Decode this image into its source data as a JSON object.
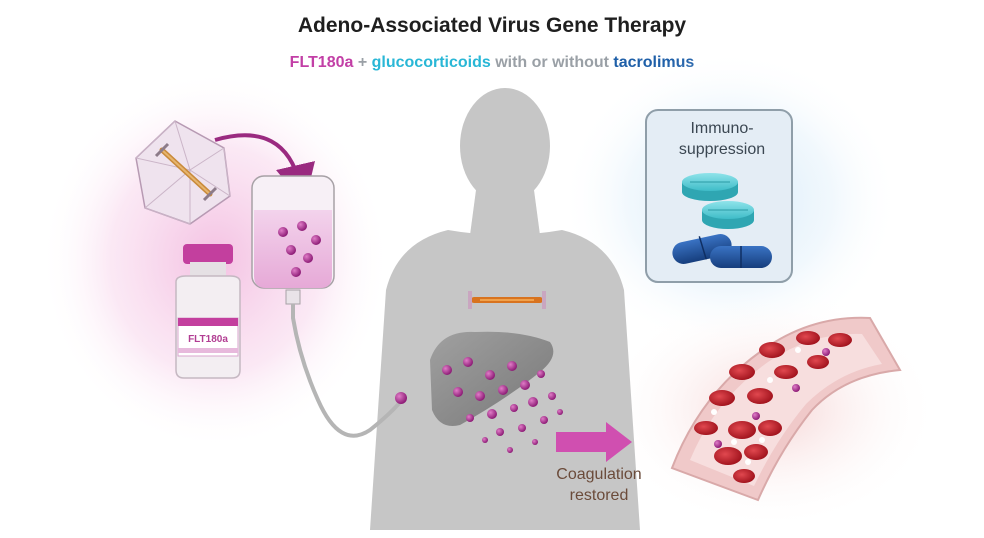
{
  "header": {
    "title": "Adeno-Associated Virus Gene Therapy",
    "subtitle_parts": {
      "drug": "FLT180a",
      "plus": " + ",
      "steroid": "glucocorticoids",
      "middle": " with or without ",
      "immuno_drug": "tacrolimus"
    }
  },
  "immunosuppression_panel": {
    "line1": "Immuno-",
    "line2": "suppression"
  },
  "vial": {
    "label": "FLT180a"
  },
  "outcome": {
    "line1": "Coagulation",
    "line2": "restored"
  },
  "colors": {
    "magenta": "#c23fa6",
    "cyan": "#29b7d6",
    "navy": "#1e5fa8",
    "silhouette": "#c6c6c6",
    "blood_red": "#c8202f"
  },
  "icons": [
    "aav-capsid-icon",
    "iv-bag-icon",
    "vial-icon",
    "pill-icon",
    "capsule-icon",
    "liver-icon",
    "blood-vessel-icon",
    "arrow-icon"
  ]
}
